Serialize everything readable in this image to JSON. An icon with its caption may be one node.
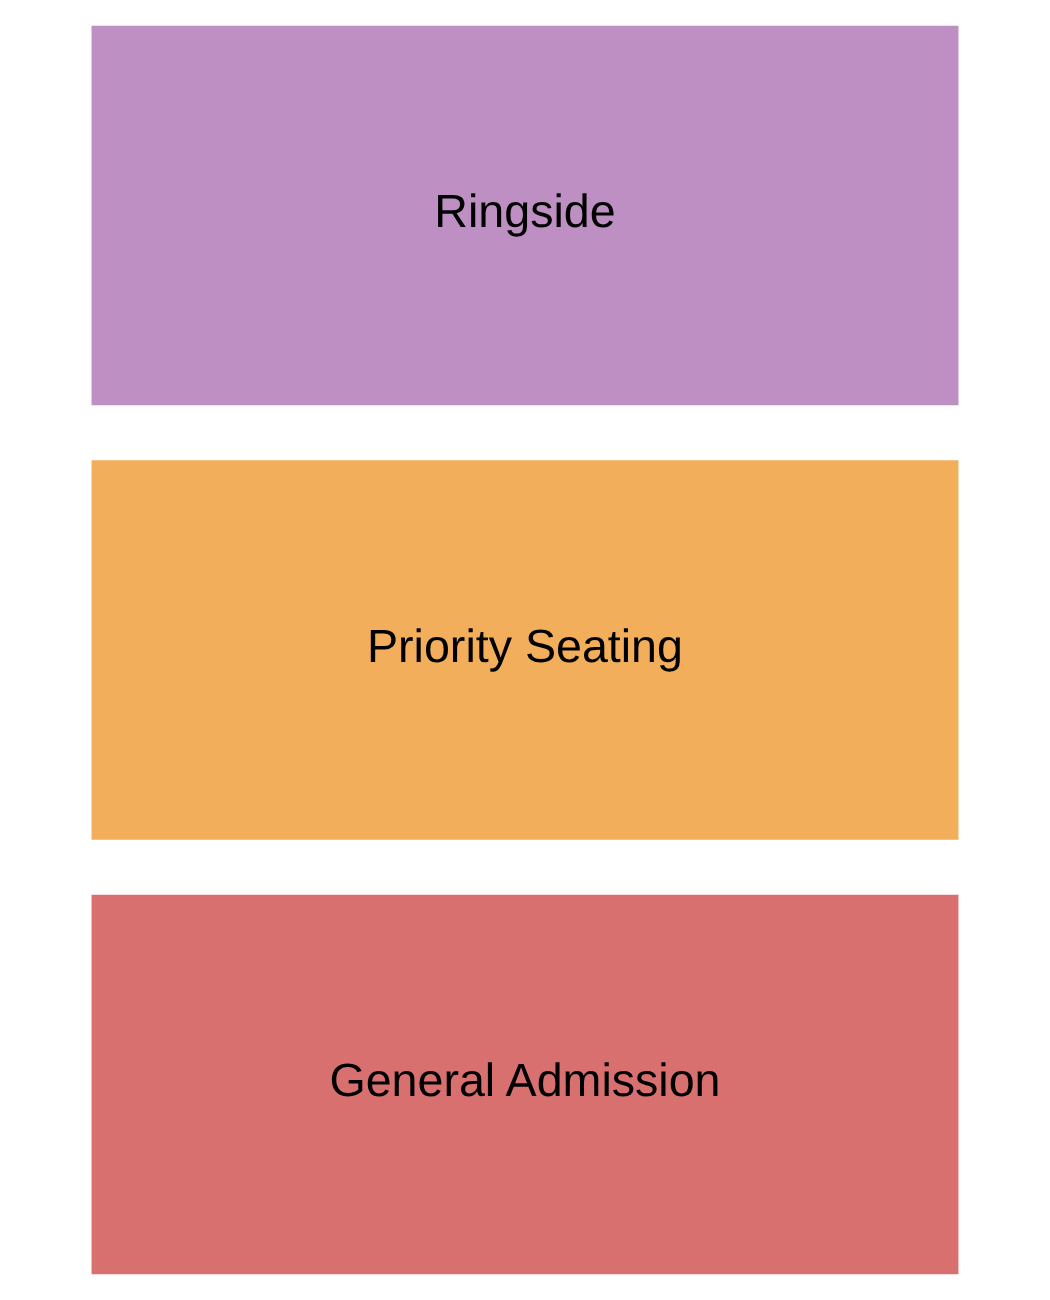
{
  "diagram": {
    "nodes": [
      {
        "text": [
          "General Admission"
        ]
      },
      {
        "text": [
          "Priority Seating"
        ]
      },
      {
        "text": [
          "Ringside"
        ]
      }
    ],
    "edges": []
  }
}
